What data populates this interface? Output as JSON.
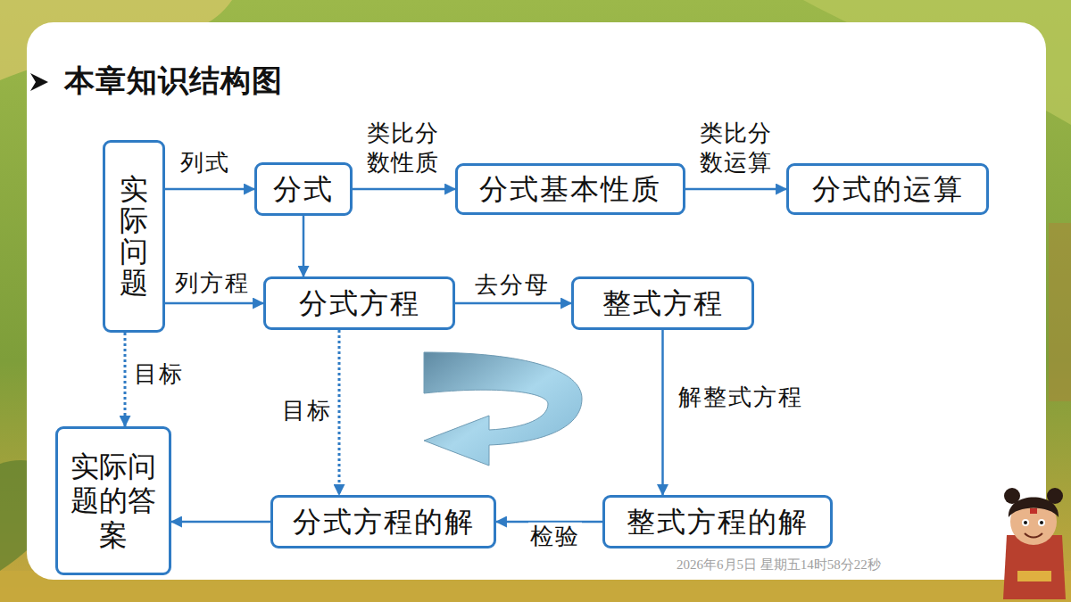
{
  "diagram": {
    "title": "本章知识结构图",
    "nodes": [
      {
        "text": [
          "实际问题"
        ]
      },
      {
        "text": [
          "分式"
        ]
      },
      {
        "text": [
          "分式基本性质"
        ]
      },
      {
        "text": [
          "分式的运算"
        ]
      },
      {
        "text": [
          "分式方程"
        ]
      },
      {
        "text": [
          "整式方程"
        ]
      },
      {
        "text": [
          "实际问题的答案"
        ]
      },
      {
        "text": [
          "分式方程的解"
        ]
      },
      {
        "text": [
          "整式方程的解"
        ]
      }
    ],
    "edges": [
      {
        "from": 0,
        "to": 1,
        "label": "列式",
        "arrow": "to"
      },
      {
        "from": 1,
        "to": 2,
        "label": "类比分 数性质",
        "arrow": "to"
      },
      {
        "from": 2,
        "to": 3,
        "label": "类比分 数运算",
        "arrow": "to"
      },
      {
        "from": 1,
        "to": 4,
        "arrow": "to"
      },
      {
        "from": 0,
        "to": 4,
        "label": "列方程",
        "arrow": "to"
      },
      {
        "from": 4,
        "to": 5,
        "label": "去分母",
        "arrow": "to"
      },
      {
        "from": 5,
        "to": 8,
        "label": "解整式方程",
        "arrow": "to"
      },
      {
        "from": 8,
        "to": 7,
        "label": "检验",
        "arrow": "to"
      },
      {
        "from": 7,
        "to": 6,
        "arrow": "to"
      },
      {
        "from": 0,
        "to": 6,
        "label": "目标",
        "arrow": "to"
      },
      {
        "from": 4,
        "to": 7,
        "label": "目标",
        "arrow": "to"
      }
    ],
    "labels": [
      "2026年6月5日 星期五14时58分22秒"
    ]
  }
}
